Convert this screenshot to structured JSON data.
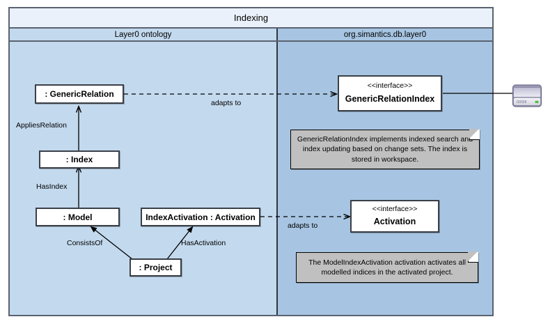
{
  "diagram": {
    "title": "Indexing",
    "columns": [
      {
        "label": "Layer0 ontology"
      },
      {
        "label": "org.simantics.db.layer0"
      }
    ],
    "objects": [
      {
        "id": "generic-relation",
        "label": ": GenericRelation"
      },
      {
        "id": "index",
        "label": ": Index"
      },
      {
        "id": "model",
        "label": ": Model"
      },
      {
        "id": "index-activation",
        "label": "IndexActivation : Activation"
      },
      {
        "id": "project",
        "label": ": Project"
      }
    ],
    "interfaces": [
      {
        "id": "generic-relation-index",
        "stereotype": "<<interface>>",
        "name": "GenericRelationIndex"
      },
      {
        "id": "activation",
        "stereotype": "<<interface>>",
        "name": "Activation"
      }
    ],
    "edge_labels": {
      "applies_relation": "AppliesRelation",
      "has_index": "HasIndex",
      "consists_of": "ConsistsOf",
      "has_activation": "HasActivation",
      "adapts_to_1": "adapts to",
      "adapts_to_2": "adapts to"
    },
    "notes": [
      {
        "id": "note-generic-relation-index",
        "text": "GenericRelationIndex implements indexed search and index updating based on change sets. The index is stored in workspace."
      },
      {
        "id": "note-model-index-activation",
        "text": "The ModelIndexActivation activation activates all modelled indices in the activated project."
      }
    ],
    "icons": {
      "storage": "hard-disk-icon"
    },
    "colors": {
      "title_bar": "#eaf1fb",
      "lane_left": "#c3d9ee",
      "lane_right": "#a7c5e2",
      "frame_border": "#5a6270",
      "node_fill": "#ffffff",
      "node_border": "#3a3f47",
      "note_fill": "#c0c0c0",
      "edge": "#000000"
    }
  }
}
